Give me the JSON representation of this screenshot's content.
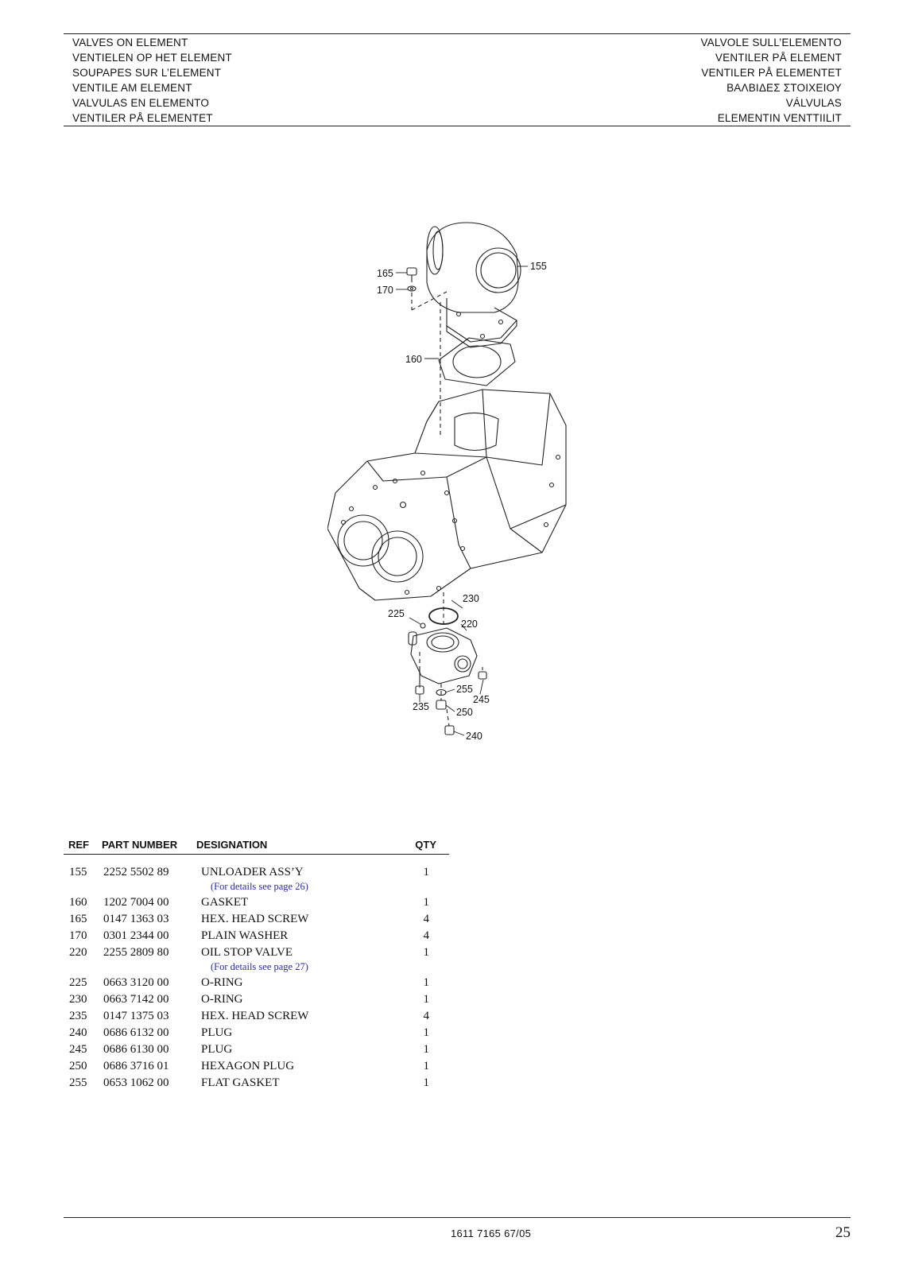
{
  "header": {
    "left_titles": [
      "VALVES ON ELEMENT",
      "VENTIELEN OP HET ELEMENT",
      "SOUPAPES SUR L’ELEMENT",
      "VENTILE AM ELEMENT",
      "VALVULAS EN ELEMENTO",
      "VENTILER PÅ ELEMENTET"
    ],
    "right_titles": [
      "VALVOLE SULL’ELEMENTO",
      "VENTILER PÅ ELEMENT",
      "VENTILER PÅ ELEMENTET",
      "ΒΑΛΒΙΔΕΣ ΣΤΟΙΧΕΙΟΥ",
      "VÁLVULAS",
      "ELEMENTIN VENTTIILIT"
    ]
  },
  "figure": {
    "callouts": [
      "155",
      "165",
      "170",
      "160",
      "230",
      "225",
      "220",
      "255",
      "245",
      "235",
      "250",
      "240"
    ]
  },
  "parts_table": {
    "headers": {
      "ref": "REF",
      "part_number": "PART NUMBER",
      "designation": "DESIGNATION",
      "qty": "QTY"
    },
    "rows": [
      {
        "ref": "155",
        "part_number": "2252 5502 89",
        "designation": "UNLOADER ASS’Y",
        "qty": "1",
        "note": "(For details see page 26)"
      },
      {
        "ref": "160",
        "part_number": "1202 7004 00",
        "designation": "GASKET",
        "qty": "1"
      },
      {
        "ref": "165",
        "part_number": "0147 1363 03",
        "designation": "HEX. HEAD SCREW",
        "qty": "4"
      },
      {
        "ref": "170",
        "part_number": "0301 2344 00",
        "designation": "PLAIN WASHER",
        "qty": "4"
      },
      {
        "ref": "220",
        "part_number": "2255 2809 80",
        "designation": "OIL STOP VALVE",
        "qty": "1",
        "note": "(For details see page 27)"
      },
      {
        "ref": "225",
        "part_number": "0663 3120 00",
        "designation": "O-RING",
        "qty": "1"
      },
      {
        "ref": "230",
        "part_number": "0663 7142 00",
        "designation": "O-RING",
        "qty": "1"
      },
      {
        "ref": "235",
        "part_number": "0147 1375 03",
        "designation": "HEX. HEAD SCREW",
        "qty": "4"
      },
      {
        "ref": "240",
        "part_number": "0686 6132 00",
        "designation": "PLUG",
        "qty": "1"
      },
      {
        "ref": "245",
        "part_number": "0686 6130 00",
        "designation": "PLUG",
        "qty": "1"
      },
      {
        "ref": "250",
        "part_number": "0686 3716 01",
        "designation": "HEXAGON PLUG",
        "qty": "1"
      },
      {
        "ref": "255",
        "part_number": "0653 1062 00",
        "designation": "FLAT GASKET",
        "qty": "1"
      }
    ]
  },
  "footer": {
    "document_number": "1611 7165 67/05",
    "page_number": "25"
  },
  "colors": {
    "note_text": "#2a2aa8",
    "rule": "#222222"
  }
}
